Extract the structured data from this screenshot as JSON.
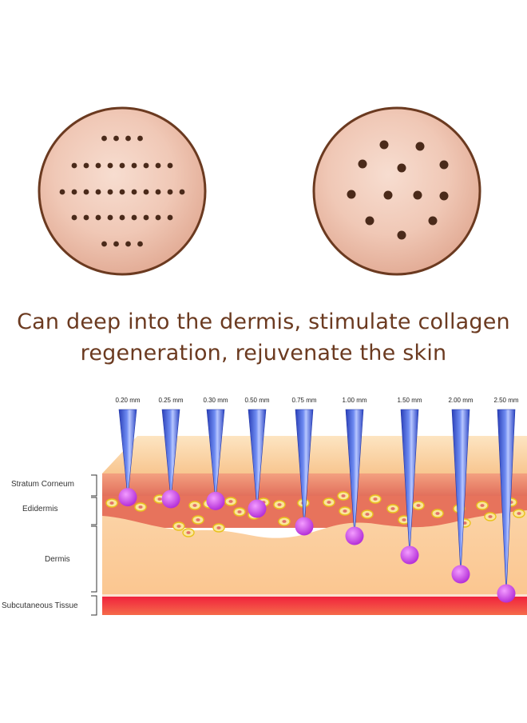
{
  "headline": {
    "line1": "Can deep into the dermis, stimulate collagen",
    "line2": "regeneration, rejuvenate the skin"
  },
  "layers": {
    "stratum_corneum": "Stratum Corneum",
    "epidermis": "Edidermis",
    "dermis": "Dermis",
    "subcutaneous": "Subcutaneous Tissue"
  },
  "needles": [
    {
      "label": "0.20 mm",
      "depth_mm": 0.2
    },
    {
      "label": "0.25 mm",
      "depth_mm": 0.25
    },
    {
      "label": "0.30 mm",
      "depth_mm": 0.3
    },
    {
      "label": "0.50 mm",
      "depth_mm": 0.5
    },
    {
      "label": "0.75 mm",
      "depth_mm": 0.75
    },
    {
      "label": "1.00 mm",
      "depth_mm": 1.0
    },
    {
      "label": "1.50 mm",
      "depth_mm": 1.5
    },
    {
      "label": "2.00 mm",
      "depth_mm": 2.0
    },
    {
      "label": "2.50 mm",
      "depth_mm": 2.5
    }
  ],
  "colors": {
    "headline": "#6b3a20",
    "dot": "#4a2a1a",
    "needle": "#3b5bd6",
    "needle_tip_ball": "#c63ce6",
    "cell_ring": "#e8c21c"
  }
}
